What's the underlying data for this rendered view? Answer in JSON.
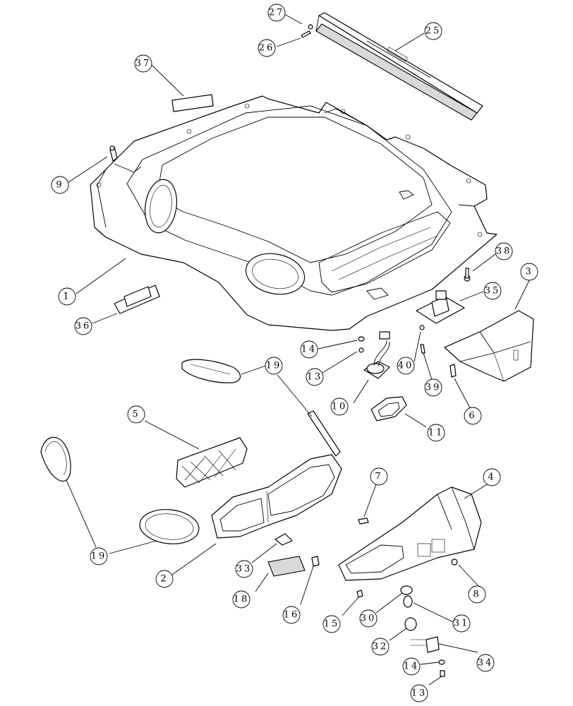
{
  "diagram": {
    "callouts": [
      "27",
      "26",
      "25",
      "37",
      "9",
      "1",
      "36",
      "38",
      "3",
      "35",
      "14",
      "13",
      "10",
      "40",
      "39",
      "6",
      "11",
      "19",
      "19",
      "5",
      "19",
      "2",
      "7",
      "4",
      "33",
      "18",
      "16",
      "8",
      "15",
      "30",
      "31",
      "32",
      "34",
      "14",
      "13"
    ]
  }
}
